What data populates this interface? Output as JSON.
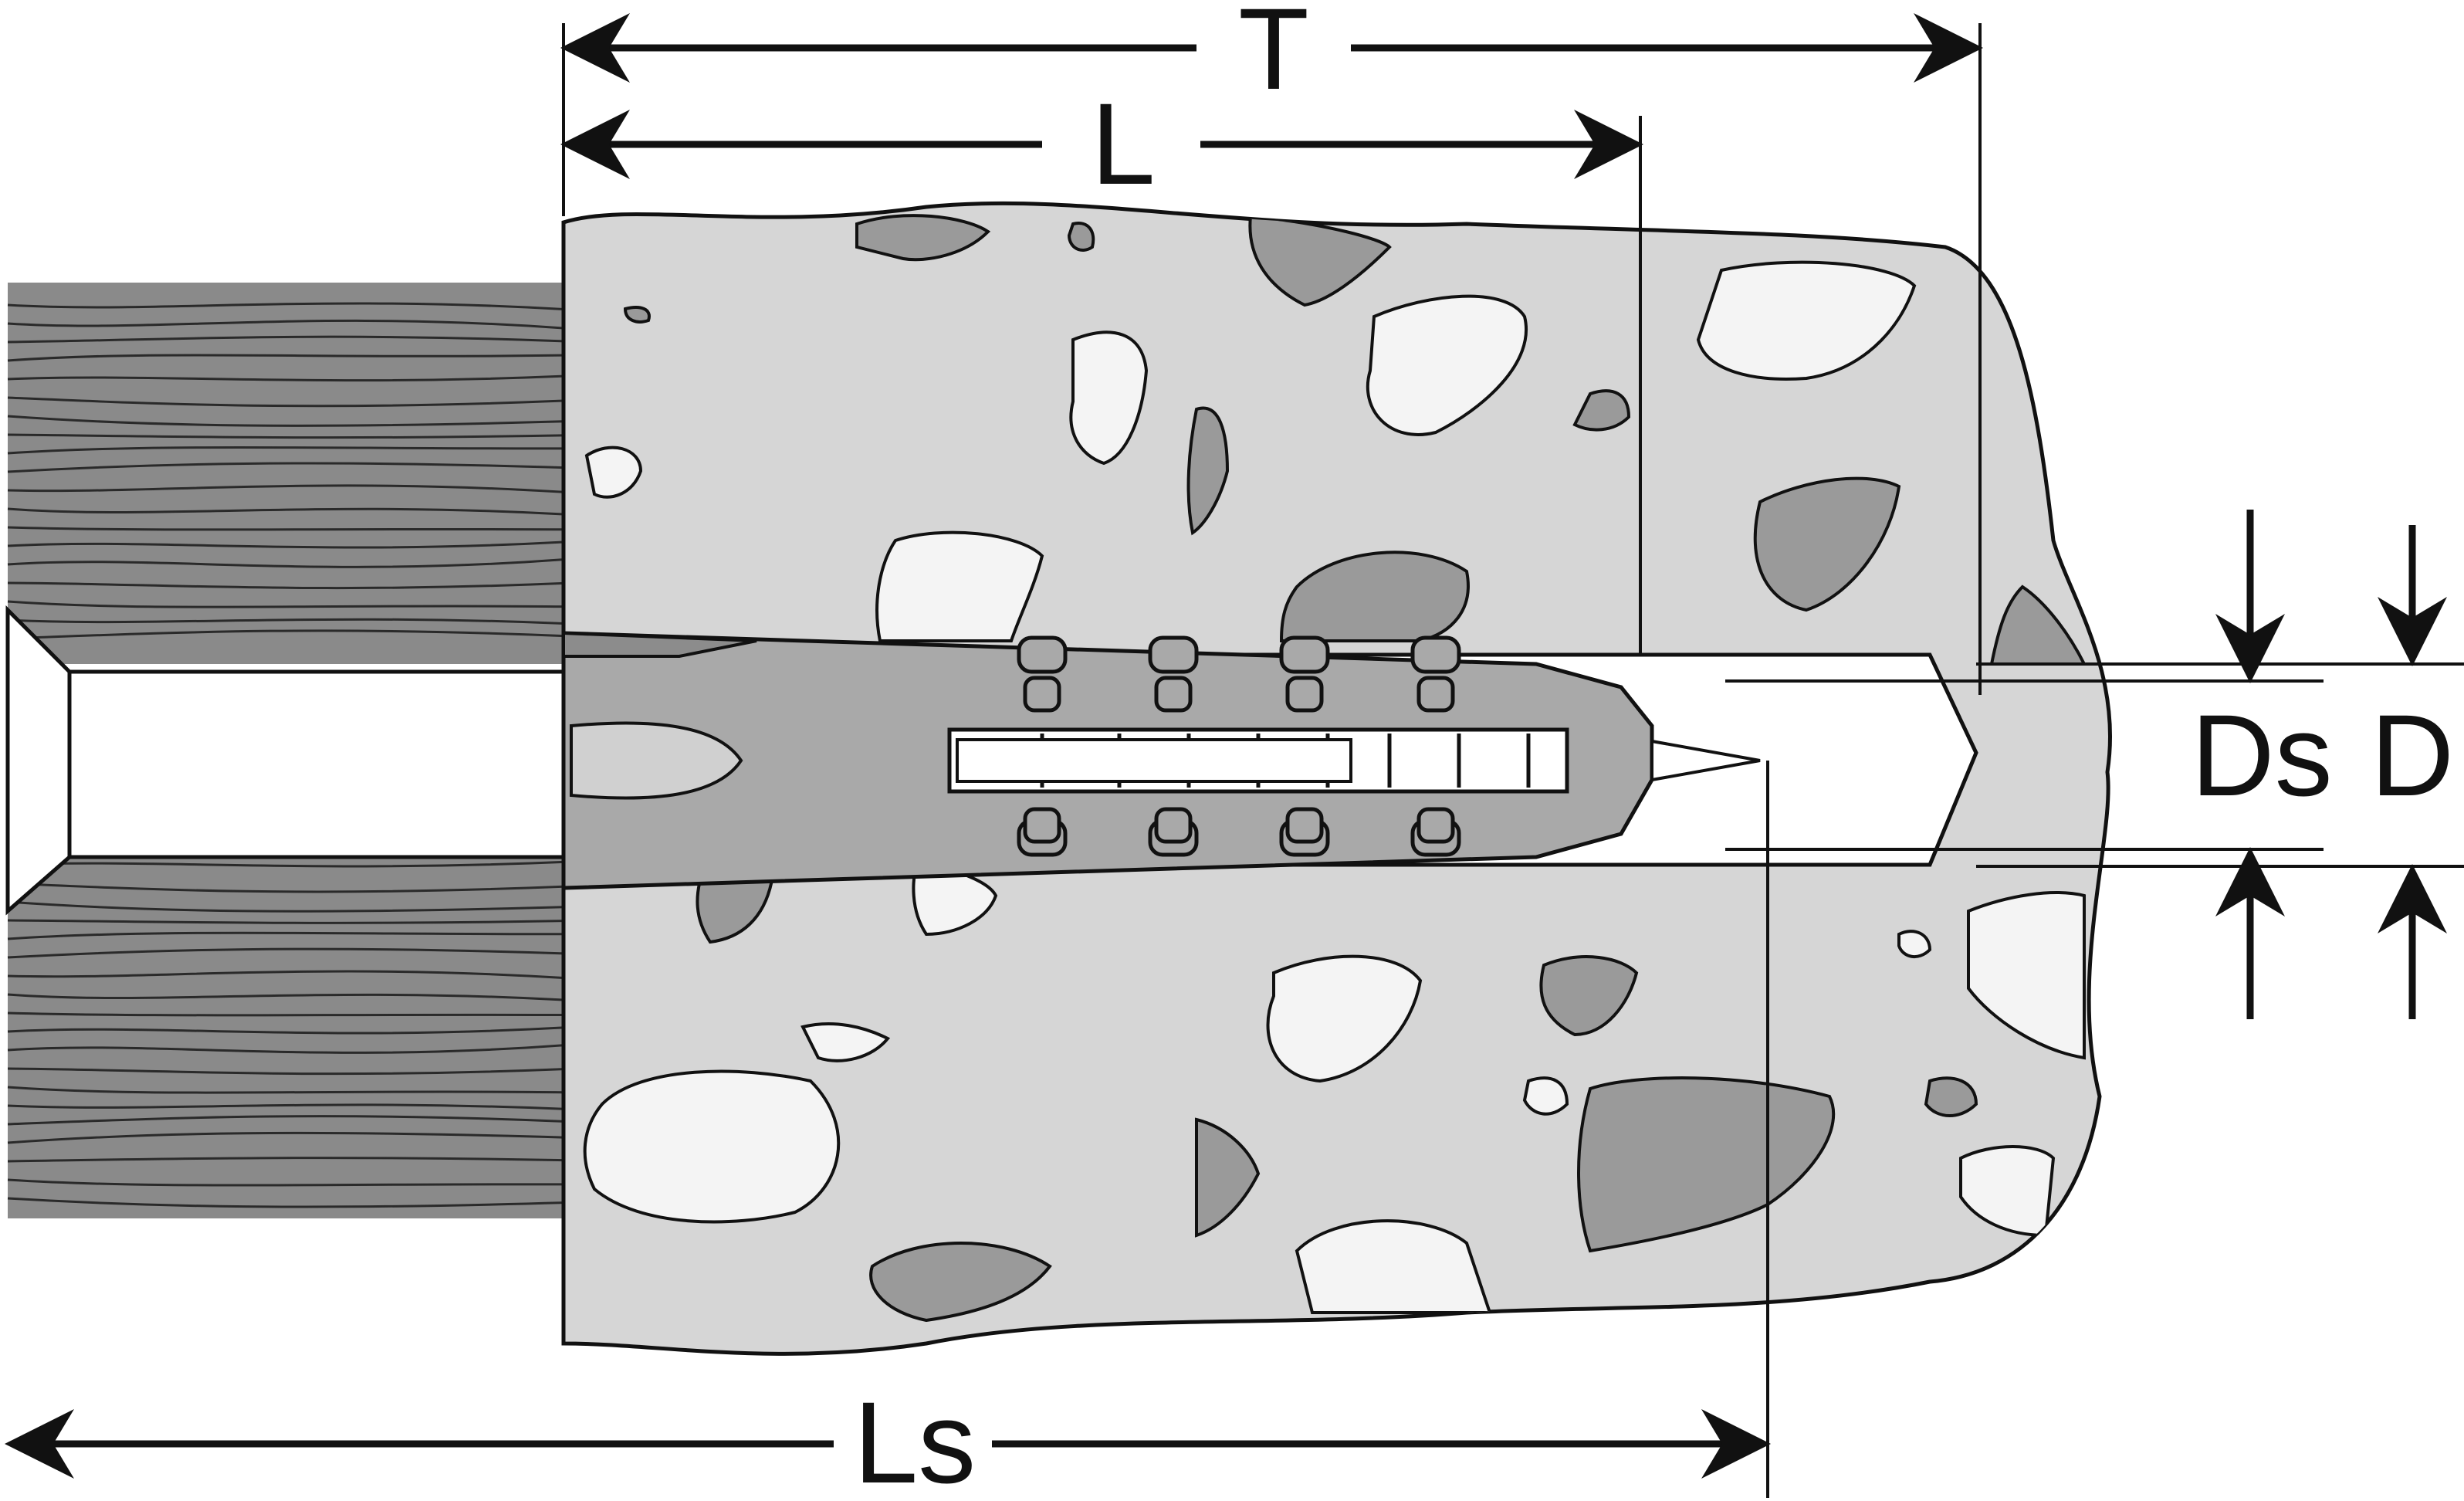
{
  "diagram": {
    "labels": {
      "total_length": "T",
      "anchor_length": "L",
      "screw_length": "Ls",
      "screw_diameter": "Ds",
      "anchor_diameter": "D"
    },
    "colors": {
      "background": "#ffffff",
      "wood": "#8a8a8a",
      "wood_grain": "#2a2a2a",
      "concrete": "#d6d6d6",
      "stone_light": "#f4f4f4",
      "stone_dark": "#9a9a9a",
      "anchor": "#a9a9a9",
      "line": "#111111"
    }
  }
}
